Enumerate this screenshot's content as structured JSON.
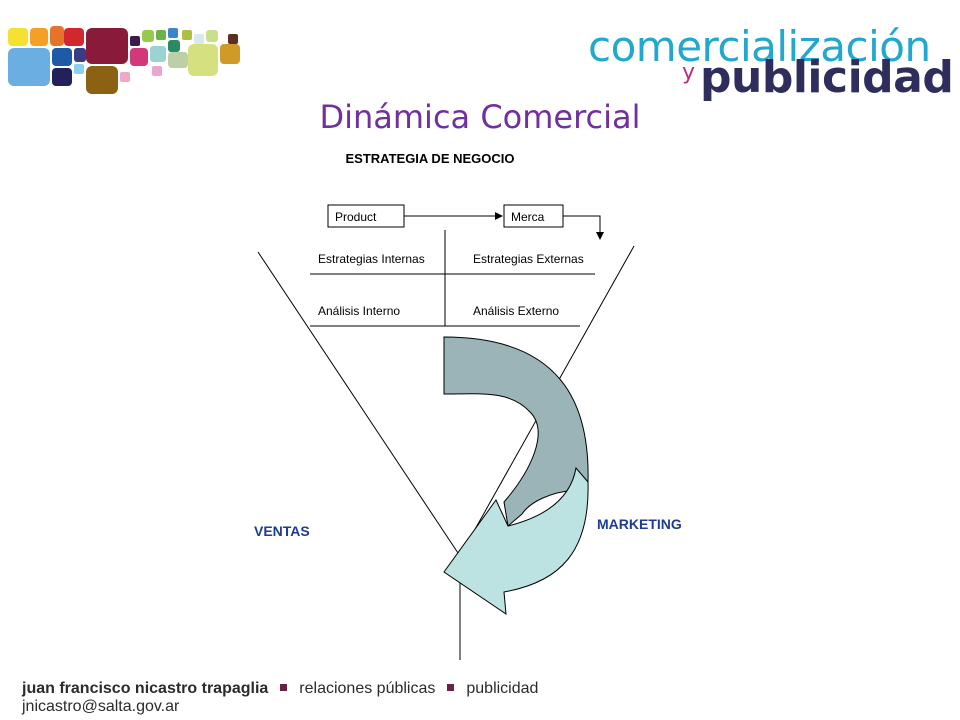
{
  "header": {
    "brand_top": "comercialización",
    "brand_y": "y",
    "brand_bottom": "publicidad",
    "title": "Dinámica Comercial"
  },
  "diagram": {
    "heading": "ESTRATEGIA DE NEGOCIO",
    "box_left": "Product",
    "box_right": "Merca",
    "quadrants": [
      "Estrategias Internas",
      "Estrategias Externas",
      "Análisis Interno",
      "Análisis Externo"
    ],
    "label_left": "VENTAS",
    "label_right": "MARKETING",
    "colors": {
      "arrow_dark": "#9ab4b8",
      "arrow_light": "#bde2e2",
      "label_blue": "#1f3b93"
    }
  },
  "footer": {
    "name": "juan francisco nicastro trapaglia",
    "item1": "relaciones públicas",
    "item2": "publicidad",
    "email": "jnicastro@salta.gov.ar"
  }
}
